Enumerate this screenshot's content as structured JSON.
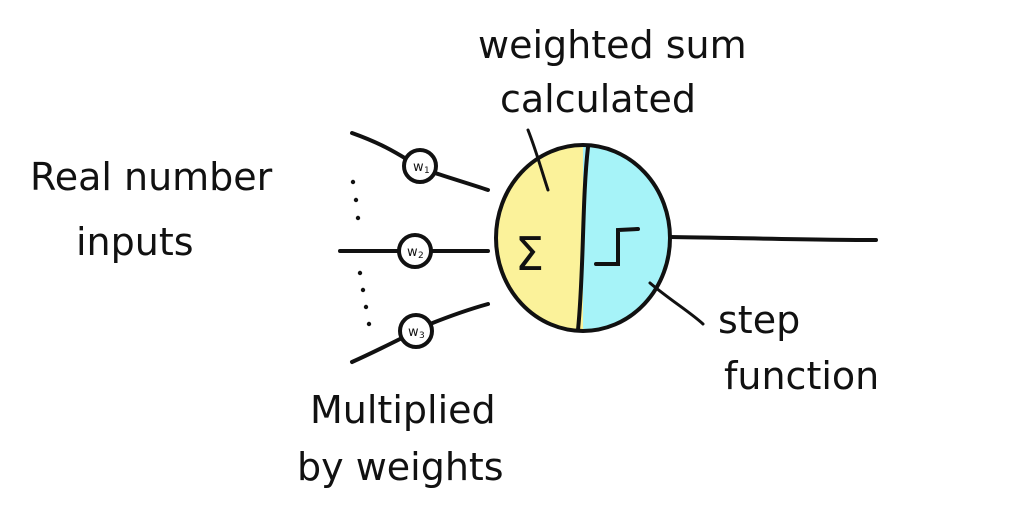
{
  "labels": {
    "inputs_line1": "Real number",
    "inputs_line2": "inputs",
    "weights_line1": "Multiplied",
    "weights_line2": "by weights",
    "sum_line1": "weighted sum",
    "sum_line2": "calculated",
    "step_line1": "step",
    "step_line2": "function"
  },
  "weights": [
    {
      "symbol": "w",
      "sub": "1"
    },
    {
      "symbol": "w",
      "sub": "2"
    },
    {
      "symbol": "w",
      "sub": "3"
    }
  ],
  "neuron": {
    "sum_symbol": "Σ",
    "step_symbol": "⎍",
    "left_color": "#fbf29a",
    "right_color": "#a6f3f8"
  }
}
